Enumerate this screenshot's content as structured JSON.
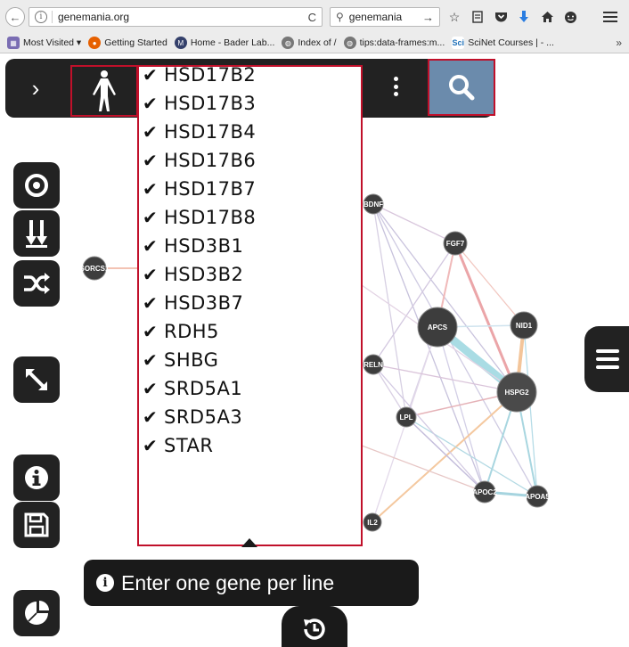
{
  "browser": {
    "url": "genemania.org",
    "search_query": "genemania",
    "info_glyph": "i",
    "reload_glyph": "C",
    "go_glyph": "→",
    "bookmarks": [
      {
        "label": "Most Visited ▾",
        "icon": "most-visited-icon",
        "color": "#7a6db3"
      },
      {
        "label": "Getting Started",
        "icon": "firefox-icon",
        "color": "#e66000"
      },
      {
        "label": "Home - Bader Lab...",
        "icon": "bader-lab-icon",
        "color": "#34406b"
      },
      {
        "label": "Index of /",
        "icon": "globe-icon",
        "color": "#777777"
      },
      {
        "label": "tips:data-frames:m...",
        "icon": "globe-icon",
        "color": "#777777"
      },
      {
        "label": "SciNet Courses | - ...",
        "icon": "scinet-icon",
        "color": "#1d6fb8"
      }
    ],
    "bookmarks_overflow": "»"
  },
  "gene_list": {
    "genes": [
      "HSD17B2",
      "HSD17B3",
      "HSD17B4",
      "HSD17B6",
      "HSD17B7",
      "HSD17B8",
      "HSD3B1",
      "HSD3B2",
      "HSD3B7",
      "RDH5",
      "SHBG",
      "SRD5A1",
      "SRD5A3",
      "STAR"
    ],
    "check_glyph": "✔"
  },
  "tooltip": {
    "text": "Enter one gene per line",
    "icon_glyph": "i"
  },
  "network": {
    "nodes": [
      "BDNF",
      "FGF7",
      "SORCS1",
      "APCS",
      "NID1",
      "RELN",
      "HSPG2",
      "LPL",
      "APOC2",
      "APOA5",
      "IL2"
    ]
  },
  "colors": {
    "accent_red": "#c0102a",
    "toolbar_dark": "#222222",
    "search_blue": "#6b8bac",
    "node_fill": "#3d3d3d"
  }
}
